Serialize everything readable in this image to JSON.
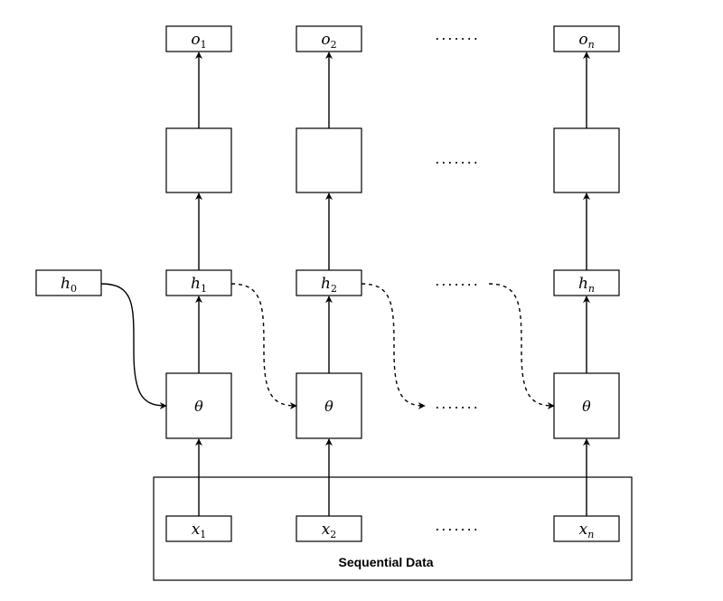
{
  "outputs": [
    {
      "base": "o",
      "sub": "1"
    },
    {
      "base": "o",
      "sub": "2"
    },
    {
      "base": "o",
      "sub": "n"
    }
  ],
  "hidden": [
    {
      "base": "h",
      "sub": "1"
    },
    {
      "base": "h",
      "sub": "2"
    },
    {
      "base": "h",
      "sub": "n"
    }
  ],
  "initial_hidden": {
    "base": "h",
    "sub": "0"
  },
  "cell_label": "θ",
  "inputs": [
    {
      "base": "x",
      "sub": "1"
    },
    {
      "base": "x",
      "sub": "2"
    },
    {
      "base": "x",
      "sub": "n"
    }
  ],
  "ellipsis": ".......",
  "container_label": "Sequential Data"
}
